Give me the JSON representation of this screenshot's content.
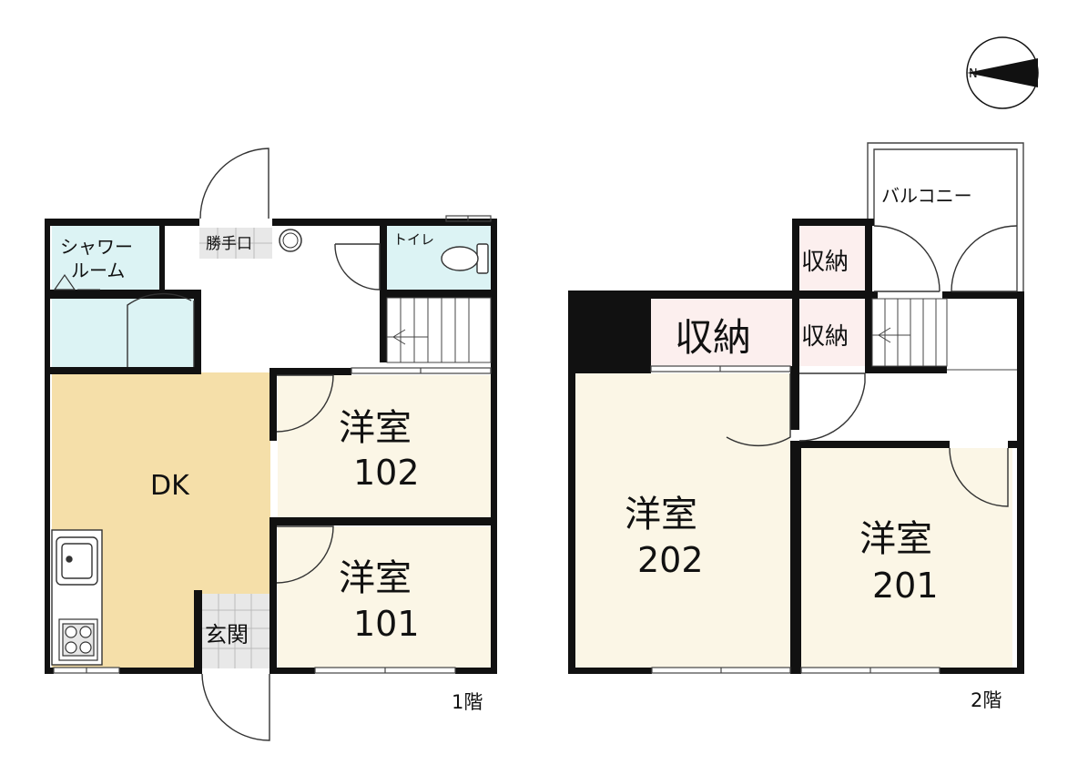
{
  "colors": {
    "wall": "#111111",
    "dk": "#f5dfa9",
    "room": "#fbf6e6",
    "wet": "#dcf3f4",
    "storage": "#fcefee",
    "tile": "#e8e8e8",
    "line": "#444444"
  },
  "compass": {
    "north": "N"
  },
  "floor1": {
    "label": "1階",
    "rooms": {
      "shower": "シャワー",
      "shower2": "ルーム",
      "katteguchi": "勝手口",
      "toilet": "トイレ",
      "dk": "DK",
      "room102_name": "洋室",
      "room102_no": "102",
      "room101_name": "洋室",
      "room101_no": "101",
      "entrance": "玄関"
    }
  },
  "floor2": {
    "label": "2階",
    "rooms": {
      "balcony": "バルコニー",
      "storage_top": "収納",
      "storage_big": "収納",
      "storage_small": "収納",
      "room202_name": "洋室",
      "room202_no": "202",
      "room201_name": "洋室",
      "room201_no": "201"
    }
  },
  "icons": {
    "compass": "compass-icon",
    "sink": "sink-icon",
    "stove": "stove-icon",
    "toilet": "toilet-icon",
    "stairs": "stairs-icon",
    "door": "door-swing-icon"
  }
}
